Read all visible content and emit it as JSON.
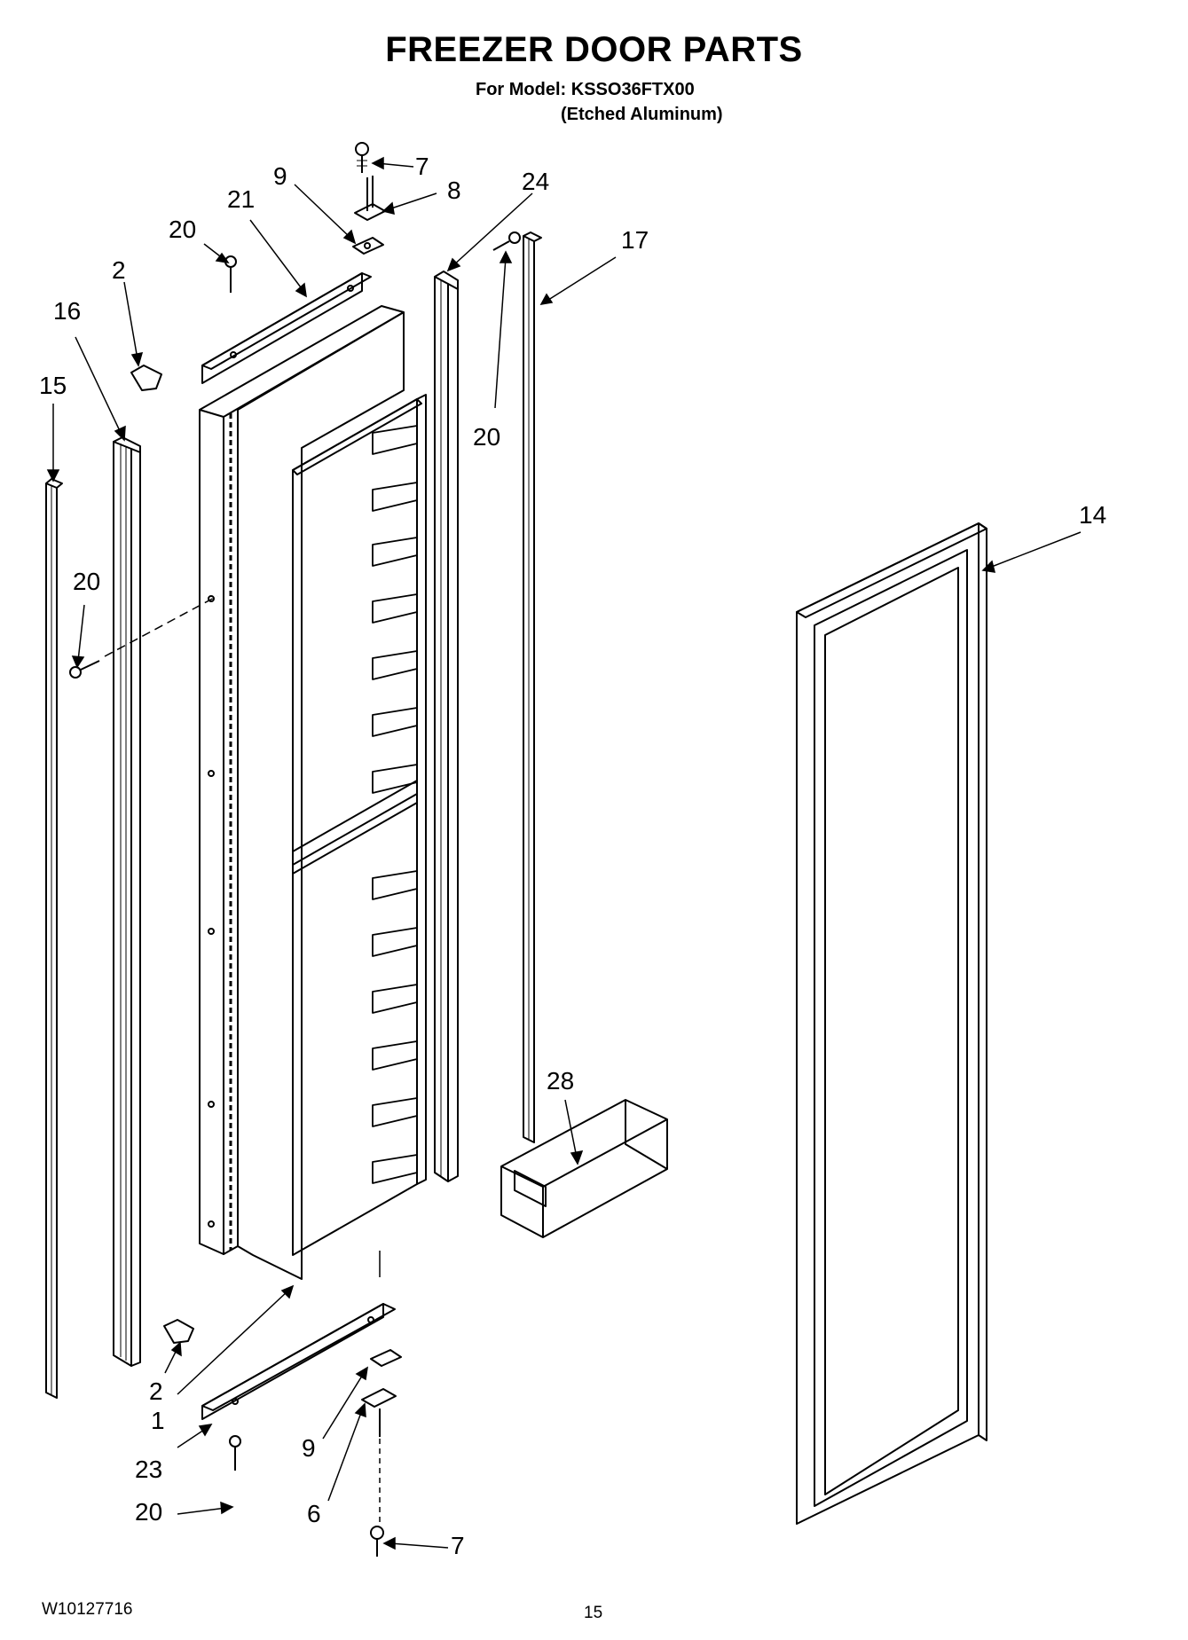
{
  "header": {
    "title": "FREEZER DOOR PARTS",
    "model_line": "For Model: KSSO36FTX00",
    "finish_line": "(Etched Aluminum)"
  },
  "footer": {
    "doc_number": "W10127716",
    "page_number": "15"
  },
  "callouts": {
    "c7_top": "7",
    "c8": "8",
    "c9_top": "9",
    "c21": "21",
    "c20_top": "20",
    "c24": "24",
    "c17": "17",
    "c2_top": "2",
    "c16": "16",
    "c15": "15",
    "c20_right": "20",
    "c20_left": "20",
    "c14": "14",
    "c28": "28",
    "c2_bottom": "2",
    "c1": "1",
    "c23": "23",
    "c9_bottom": "9",
    "c20_bottom": "20",
    "c6": "6",
    "c7_bottom": "7"
  }
}
